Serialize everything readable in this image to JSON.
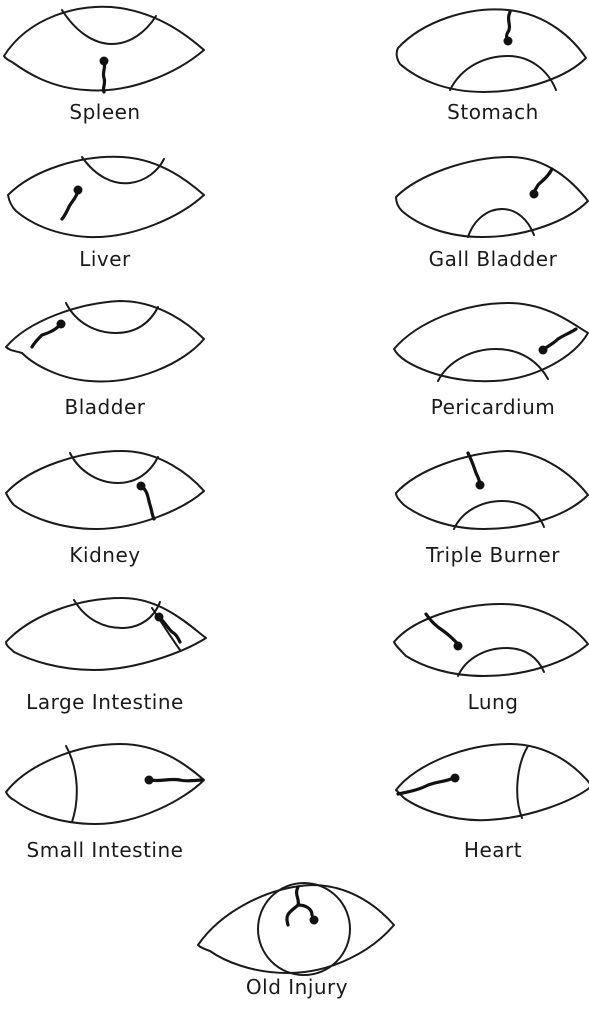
{
  "diagrams": [
    {
      "label": "Spleen"
    },
    {
      "label": "Stomach"
    },
    {
      "label": "Liver"
    },
    {
      "label": "Gall Bladder"
    },
    {
      "label": "Bladder"
    },
    {
      "label": "Pericardium"
    },
    {
      "label": "Kidney"
    },
    {
      "label": "Triple Burner"
    },
    {
      "label": "Large Intestine"
    },
    {
      "label": "Lung"
    },
    {
      "label": "Small Intestine"
    },
    {
      "label": "Heart"
    },
    {
      "label": "Old Injury"
    }
  ]
}
